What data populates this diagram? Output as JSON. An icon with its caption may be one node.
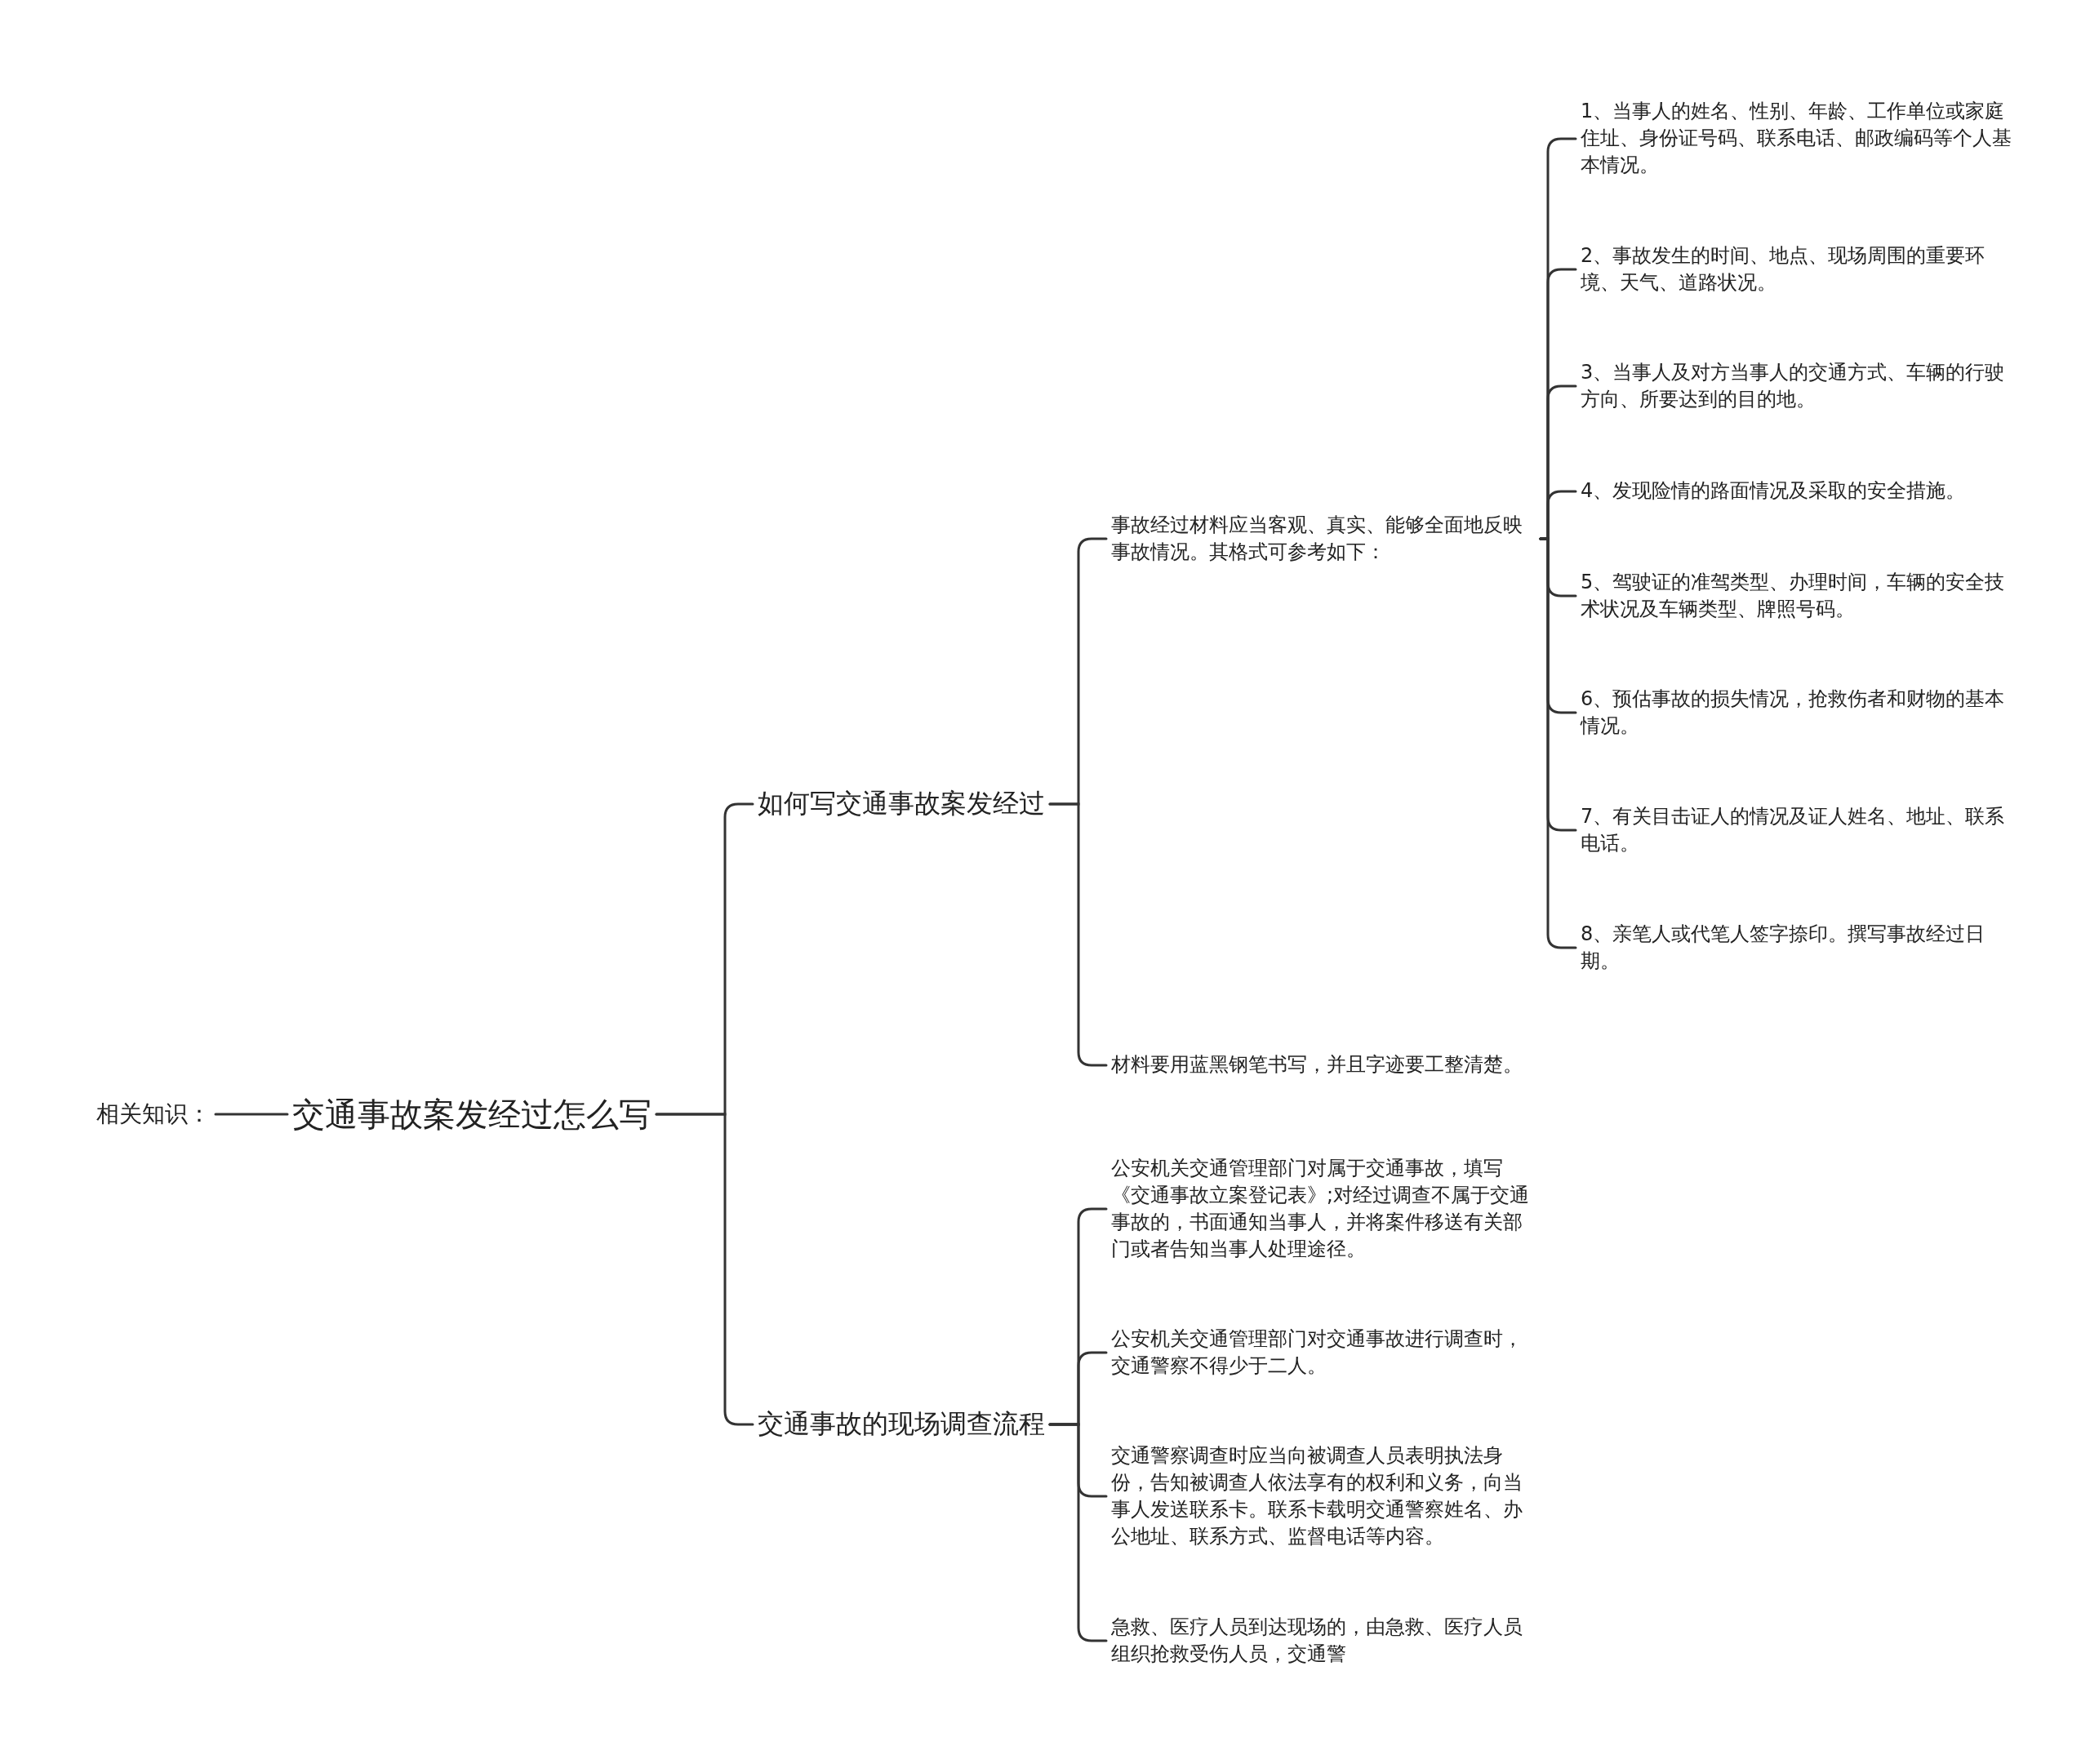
{
  "diagram": {
    "nodes": [
      {
        "text": [
          "相关知识："
        ]
      },
      {
        "text": [
          "交通事故案发经过怎么写"
        ]
      },
      {
        "text": [
          "如何写交通事故案发经过"
        ]
      },
      {
        "text": [
          "交通事故的现场调查流程"
        ]
      },
      {
        "text": [
          "事故经过材料应当客观、真实、能够全面地反映事故情况。其格式可参考如下："
        ]
      },
      {
        "text": [
          "材料要用蓝黑钢笔书写，并且字迹要工整清楚。"
        ]
      },
      {
        "text": [
          "1、当事人的姓名、性别、年龄、工作单位或家庭住址、身份证号码、联系电话、邮政编码等个人基本情况。"
        ]
      },
      {
        "text": [
          "2、事故发生的时间、地点、现场周围的重要环境、天气、道路状况。"
        ]
      },
      {
        "text": [
          "3、当事人及对方当事人的交通方式、车辆的行驶方向、所要达到的目的地。"
        ]
      },
      {
        "text": [
          "4、发现险情的路面情况及采取的安全措施。"
        ]
      },
      {
        "text": [
          "5、驾驶证的准驾类型、办理时间，车辆的安全技术状况及车辆类型、牌照号码。"
        ]
      },
      {
        "text": [
          "6、预估事故的损失情况，抢救伤者和财物的基本情况。"
        ]
      },
      {
        "text": [
          "7、有关目击证人的情况及证人姓名、地址、联系电话。"
        ]
      },
      {
        "text": [
          "8、亲笔人或代笔人签字捺印。撰写事故经过日期。"
        ]
      },
      {
        "text": [
          "公安机关交通管理部门对属于交通事故，填写《交通事故立案登记表》;对经过调查不属于交通事故的，书面通知当事人，并将案件移送有关部门或者告知当事人处理途径。"
        ]
      },
      {
        "text": [
          "公安机关交通管理部门对交通事故进行调查时，交通警察不得少于二人。"
        ]
      },
      {
        "text": [
          "交通警察调查时应当向被调查人员表明执法身份，告知被调查人依法享有的权利和义务，向当事人发送联系卡。联系卡载明交通警察姓名、办公地址、联系方式、监督电话等内容。"
        ]
      },
      {
        "text": [
          "急救、医疗人员到达现场的，由急救、医疗人员组织抢救受伤人员，交通警"
        ]
      }
    ],
    "edges": [
      {
        "from": 0,
        "to": 1,
        "arrow": "none"
      },
      {
        "from": 1,
        "to": 2,
        "arrow": "none"
      },
      {
        "from": 1,
        "to": 3,
        "arrow": "none"
      },
      {
        "from": 2,
        "to": 4,
        "arrow": "none"
      },
      {
        "from": 2,
        "to": 5,
        "arrow": "none"
      },
      {
        "from": 4,
        "to": 6,
        "arrow": "none"
      },
      {
        "from": 4,
        "to": 7,
        "arrow": "none"
      },
      {
        "from": 4,
        "to": 8,
        "arrow": "none"
      },
      {
        "from": 4,
        "to": 9,
        "arrow": "none"
      },
      {
        "from": 4,
        "to": 10,
        "arrow": "none"
      },
      {
        "from": 4,
        "to": 11,
        "arrow": "none"
      },
      {
        "from": 4,
        "to": 12,
        "arrow": "none"
      },
      {
        "from": 4,
        "to": 13,
        "arrow": "none"
      },
      {
        "from": 3,
        "to": 14,
        "arrow": "none"
      },
      {
        "from": 3,
        "to": 15,
        "arrow": "none"
      },
      {
        "from": 3,
        "to": 16,
        "arrow": "none"
      },
      {
        "from": 3,
        "to": 17,
        "arrow": "none"
      }
    ]
  }
}
